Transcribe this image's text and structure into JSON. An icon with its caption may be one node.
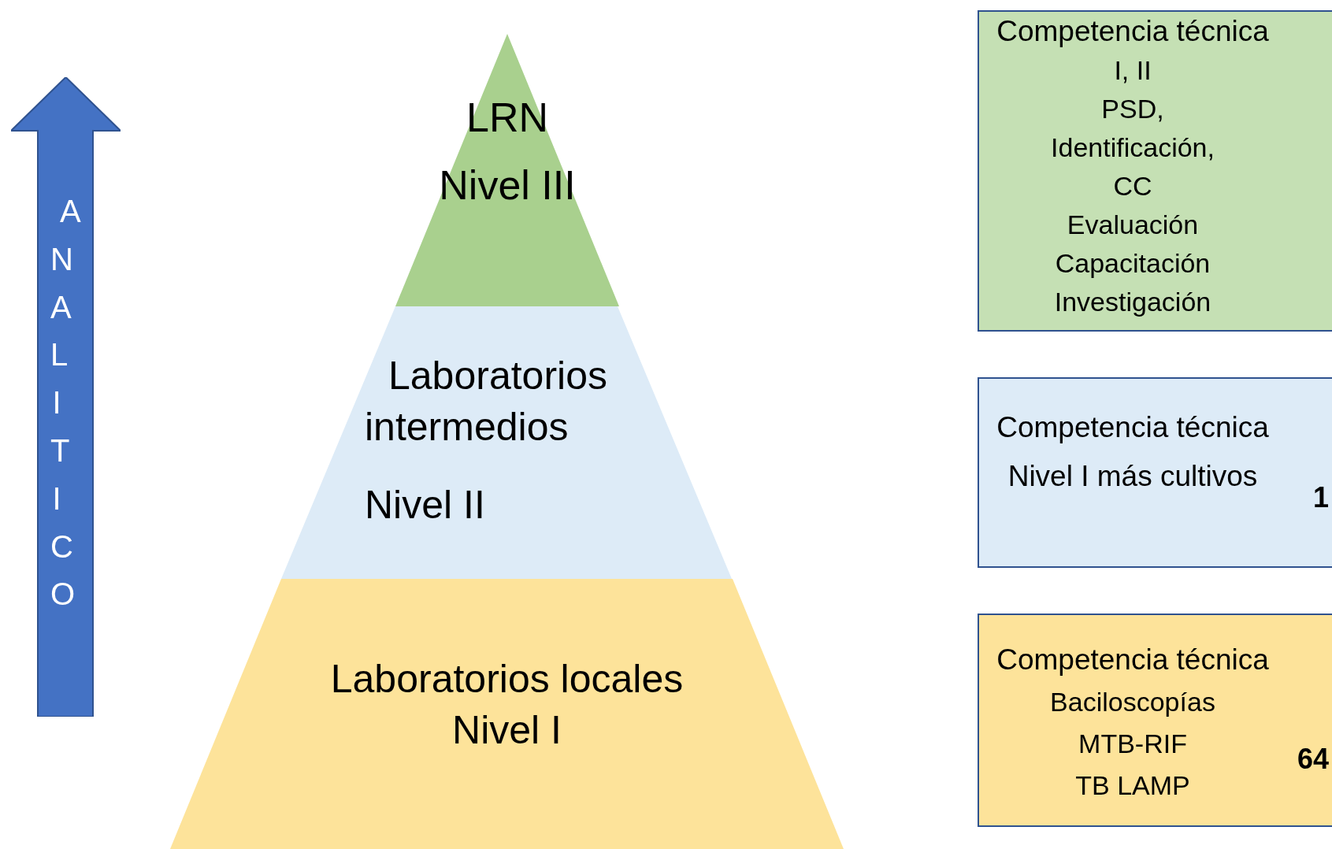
{
  "diagram": {
    "nodes": [
      {
        "text": [
          "ANALITICO"
        ]
      },
      {
        "text": [
          "LRN",
          "Nivel III"
        ]
      },
      {
        "text": [
          "Laboratorios intermedios",
          "Nivel II"
        ]
      },
      {
        "text": [
          "Laboratorios locales",
          "Nivel I"
        ]
      },
      {
        "text": [
          "Competencia técnica",
          "I, II",
          "PSD,",
          "Identificación,",
          "CC",
          "Evaluación",
          "Capacitación",
          "Investigación"
        ]
      },
      {
        "text": [
          "Competencia técnica",
          "Nivel I más cultivos",
          "1"
        ]
      },
      {
        "text": [
          "Competencia técnica",
          "Baciloscopías",
          "MTB-RIF",
          "TB LAMP",
          "64"
        ]
      }
    ]
  }
}
